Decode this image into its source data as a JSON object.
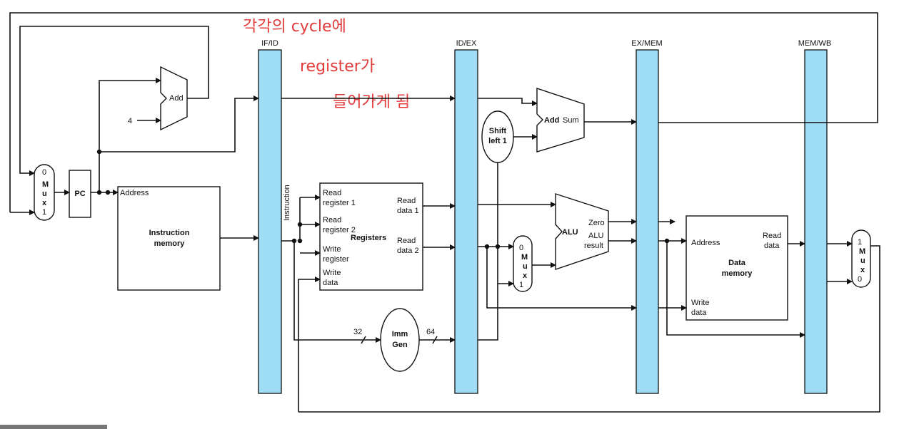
{
  "pipeline_registers": [
    "IF/ID",
    "ID/EX",
    "EX/MEM",
    "MEM/WB"
  ],
  "annotation": [
    "각각의 cycle에",
    "register가",
    "들어가게 됨"
  ],
  "pc": "PC",
  "mux_if": [
    "0",
    "M",
    "u",
    "x",
    "1"
  ],
  "adder_if": {
    "label": "Add",
    "input_const": "4"
  },
  "instruction_memory": {
    "port_address": "Address",
    "title": [
      "Instruction",
      "memory"
    ]
  },
  "instruction_label": "Instruction",
  "registers": {
    "title": "Registers",
    "read_register_1": [
      "Read",
      "register 1"
    ],
    "read_register_2": [
      "Read",
      "register 2"
    ],
    "write_register": [
      "Write",
      "register"
    ],
    "write_data": [
      "Write",
      "data"
    ],
    "read_data_1": [
      "Read",
      "data 1"
    ],
    "read_data_2": [
      "Read",
      "data 2"
    ]
  },
  "imm_gen": {
    "title": [
      "Imm",
      "Gen"
    ],
    "in_width": "32",
    "out_width": "64"
  },
  "shift_left": [
    "Shift",
    "left 1"
  ],
  "adder_ex": {
    "label": "Add",
    "output": "Sum"
  },
  "mux_ex": [
    "0",
    "M",
    "u",
    "x",
    "1"
  ],
  "alu": {
    "label": "ALU",
    "zero": "Zero",
    "result": [
      "ALU",
      "result"
    ]
  },
  "data_memory": {
    "address": "Address",
    "read_data": [
      "Read",
      "data"
    ],
    "write_data": [
      "Write",
      "data"
    ],
    "title": [
      "Data",
      "memory"
    ]
  },
  "mux_wb": [
    "1",
    "M",
    "u",
    "x",
    "0"
  ]
}
